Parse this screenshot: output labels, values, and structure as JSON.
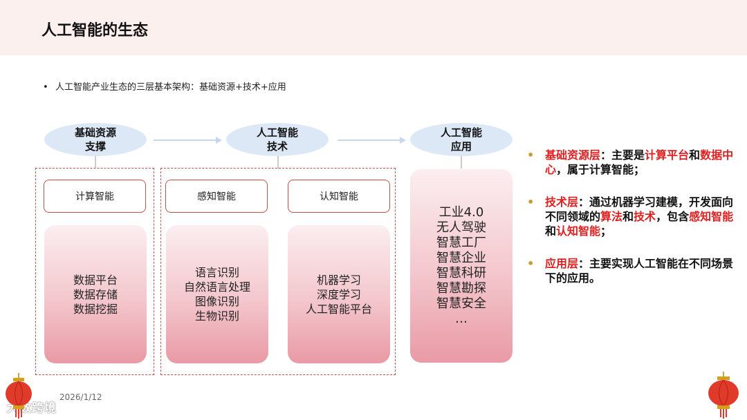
{
  "title": "人工智能的生态",
  "bullet": "人工智能产业生态的三层基本架构：基础资源+技术+应用",
  "layers": [
    {
      "label": "基础资源\n支撑"
    },
    {
      "label": "人工智能\n技术"
    },
    {
      "label": "人工智能\n应用"
    }
  ],
  "categories": [
    {
      "label": "计算智能",
      "items": "数据平台\n数据存储\n数据挖掘"
    },
    {
      "label": "感知智能",
      "items": "语言识别\n自然语言处理\n图像识别\n生物识别"
    },
    {
      "label": "认知智能",
      "items": "机器学习\n深度学习\n人工智能平台"
    }
  ],
  "applications": "工业4.0\n无人驾驶\n智慧工厂\n智慧企业\n智慧科研\n智慧勘探\n智慧安全\n…",
  "notes": [
    {
      "segments": [
        {
          "text": "基础资源层",
          "hl": true
        },
        {
          "text": "：主要是",
          "hl": false
        },
        {
          "text": "计算平台",
          "hl": true
        },
        {
          "text": "和",
          "hl": false
        },
        {
          "text": "数据中心",
          "hl": true
        },
        {
          "text": "，属于计算智能；",
          "hl": false
        }
      ]
    },
    {
      "segments": [
        {
          "text": "技术层",
          "hl": true
        },
        {
          "text": "：通过机器学习建模，开发面向不同领域的",
          "hl": false
        },
        {
          "text": "算法",
          "hl": true
        },
        {
          "text": "和",
          "hl": false
        },
        {
          "text": "技术",
          "hl": true
        },
        {
          "text": "，包含",
          "hl": false
        },
        {
          "text": "感知智能",
          "hl": true
        },
        {
          "text": "和",
          "hl": false
        },
        {
          "text": "认知智能",
          "hl": true
        },
        {
          "text": "；",
          "hl": false
        }
      ]
    },
    {
      "segments": [
        {
          "text": "应用层",
          "hl": true
        },
        {
          "text": "：主要实现人工智能在不同场景下的应用。",
          "hl": false
        }
      ]
    }
  ],
  "date": "2026/1/12",
  "watermark": "大数跨境",
  "colors": {
    "accent_red": "#e02020",
    "frame_red": "#c0504d",
    "oval_blue": "#dde8f6",
    "bullet_gold": "#c99a2e"
  }
}
